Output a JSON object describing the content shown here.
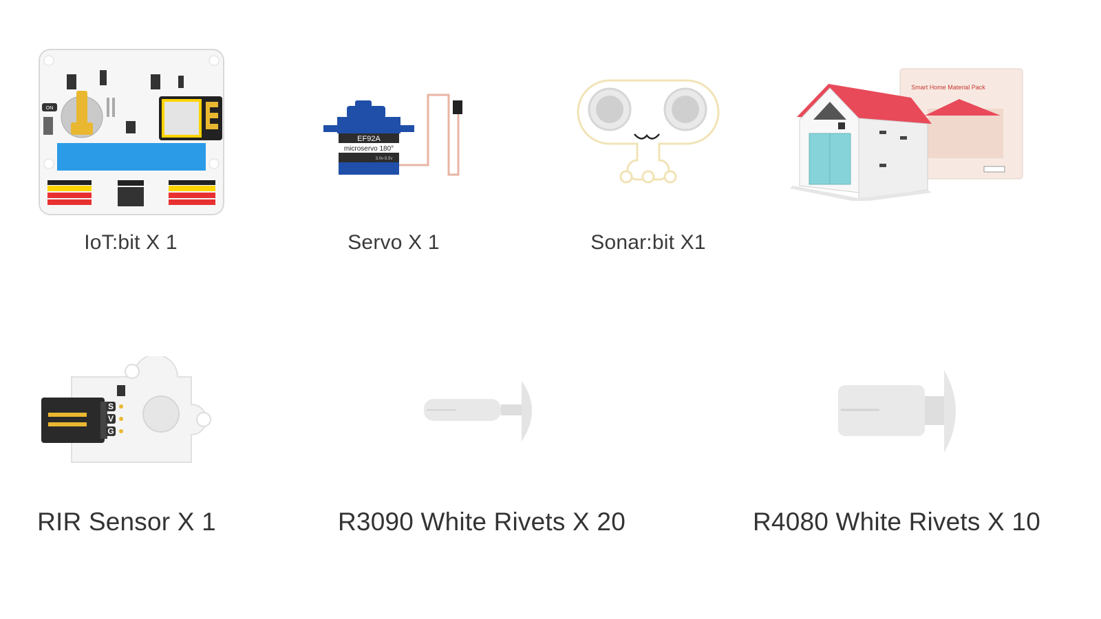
{
  "items": [
    {
      "label": "IoT:bit X 1",
      "icon": "iot-bit-board-image"
    },
    {
      "label": "Servo X 1",
      "icon": "servo-motor-image"
    },
    {
      "label": "Sonar:bit X1",
      "icon": "sonar-bit-image"
    },
    {
      "label": "",
      "icon": "smart-home-house-kit-image"
    },
    {
      "label": "RIR Sensor X 1",
      "icon": "rir-sensor-image"
    },
    {
      "label": "R3090 White Rivets X 20",
      "icon": "r3090-rivet-image"
    },
    {
      "label": "R4080 White Rivets X 10",
      "icon": "r4080-rivet-image"
    }
  ],
  "artwork_text": {
    "servo_model": "EF92A",
    "servo_name": "microservo 180°",
    "servo_spec": "3.0v-5.5v",
    "pack_title": "Smart Home Material Pack",
    "sensor_pins": [
      "S",
      "V",
      "G"
    ],
    "board_switch": "ON"
  },
  "colors": {
    "label": "#3a3a3a",
    "board_blue": "#2b9be8",
    "servo_blue": "#1f4fa8",
    "roof_red": "#e84a5a",
    "door_cyan": "#86d3d9",
    "rivet_gray": "#e4e4e4"
  }
}
